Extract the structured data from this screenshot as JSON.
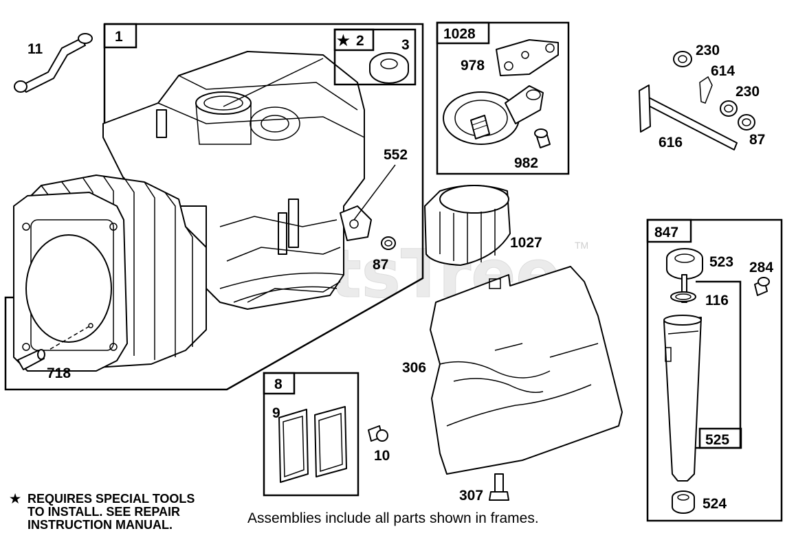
{
  "watermark": {
    "text": "PartsTree",
    "tm": "TM"
  },
  "frames": {
    "f1": "1",
    "f2": "2",
    "f1028": "1028",
    "f8": "8",
    "f847": "847",
    "f525": "525"
  },
  "labels": {
    "p11": "11",
    "p3": "3",
    "p978": "978",
    "p982": "982",
    "p230a": "230",
    "p614": "614",
    "p230b": "230",
    "p616": "616",
    "p87a": "87",
    "p552": "552",
    "p87b": "87",
    "p1027": "1027",
    "p718": "718",
    "p306": "306",
    "p9": "9",
    "p10": "10",
    "p307": "307",
    "p523": "523",
    "p284": "284",
    "p116": "116",
    "p524": "524"
  },
  "notes": {
    "star_symbol": "★",
    "special_tools_line1": "REQUIRES SPECIAL TOOLS",
    "special_tools_line2": "TO INSTALL.  SEE REPAIR",
    "special_tools_line3": "INSTRUCTION MANUAL.",
    "assemblies": "Assemblies include all parts shown in frames."
  }
}
